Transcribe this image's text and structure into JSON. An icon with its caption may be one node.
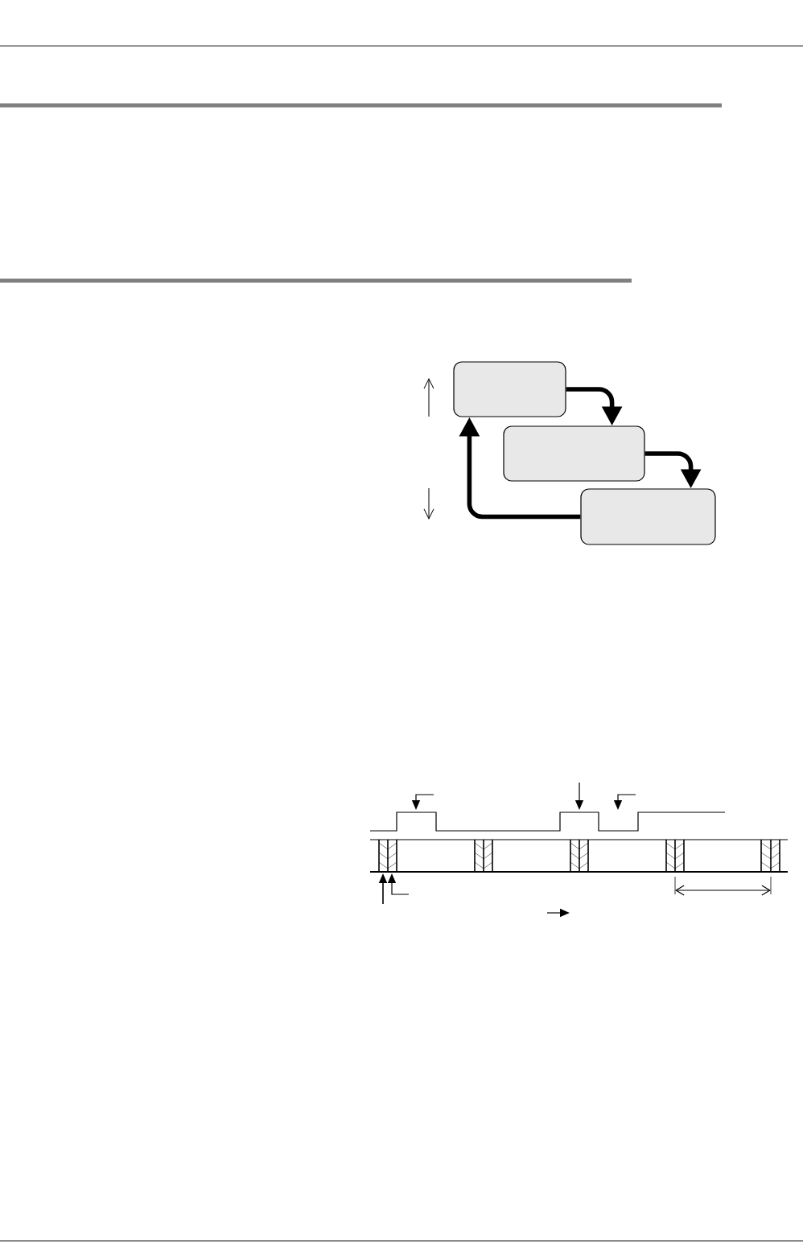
{
  "diagram": {
    "nodes": [
      {
        "text": [],
        "shape": "box"
      },
      {
        "text": [],
        "shape": "box"
      },
      {
        "text": [],
        "shape": "box"
      }
    ],
    "edges": [
      {
        "from": 0,
        "to": 1,
        "arrow": "to"
      },
      {
        "from": 1,
        "to": 2,
        "arrow": "to"
      },
      {
        "from": 2,
        "to": 0,
        "arrow": "to"
      }
    ]
  }
}
